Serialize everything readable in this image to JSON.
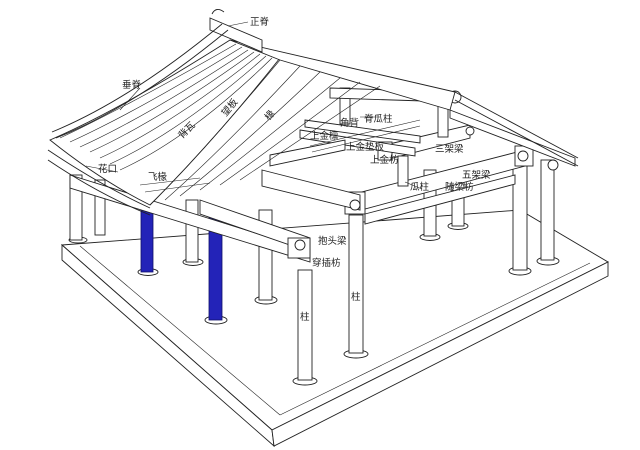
{
  "labels": {
    "zhengji": "正脊",
    "chuiji": "垂脊",
    "beiwa": "背瓦",
    "wangban": "望板",
    "yuanchuan": "椽",
    "feiyan": "飞椽",
    "huakou": "花口",
    "jiaobei": "角背",
    "jiguazhu": "脊瓜柱",
    "shangjinlin": "上金檩",
    "shangjinpan": "上金垫板",
    "shangjinfang": "上金枋",
    "sanjialiang": "三架梁",
    "guazhu": "瓜柱",
    "wujialiang": "五架梁",
    "suiliangfang": "随梁枋",
    "baotouliang": "抱头梁",
    "chuanchafang": "穿插枋",
    "zhu_front": "柱",
    "zhu_mid": "柱"
  },
  "colors": {
    "highlight_columns": "#2323b8",
    "line": "#222222"
  }
}
